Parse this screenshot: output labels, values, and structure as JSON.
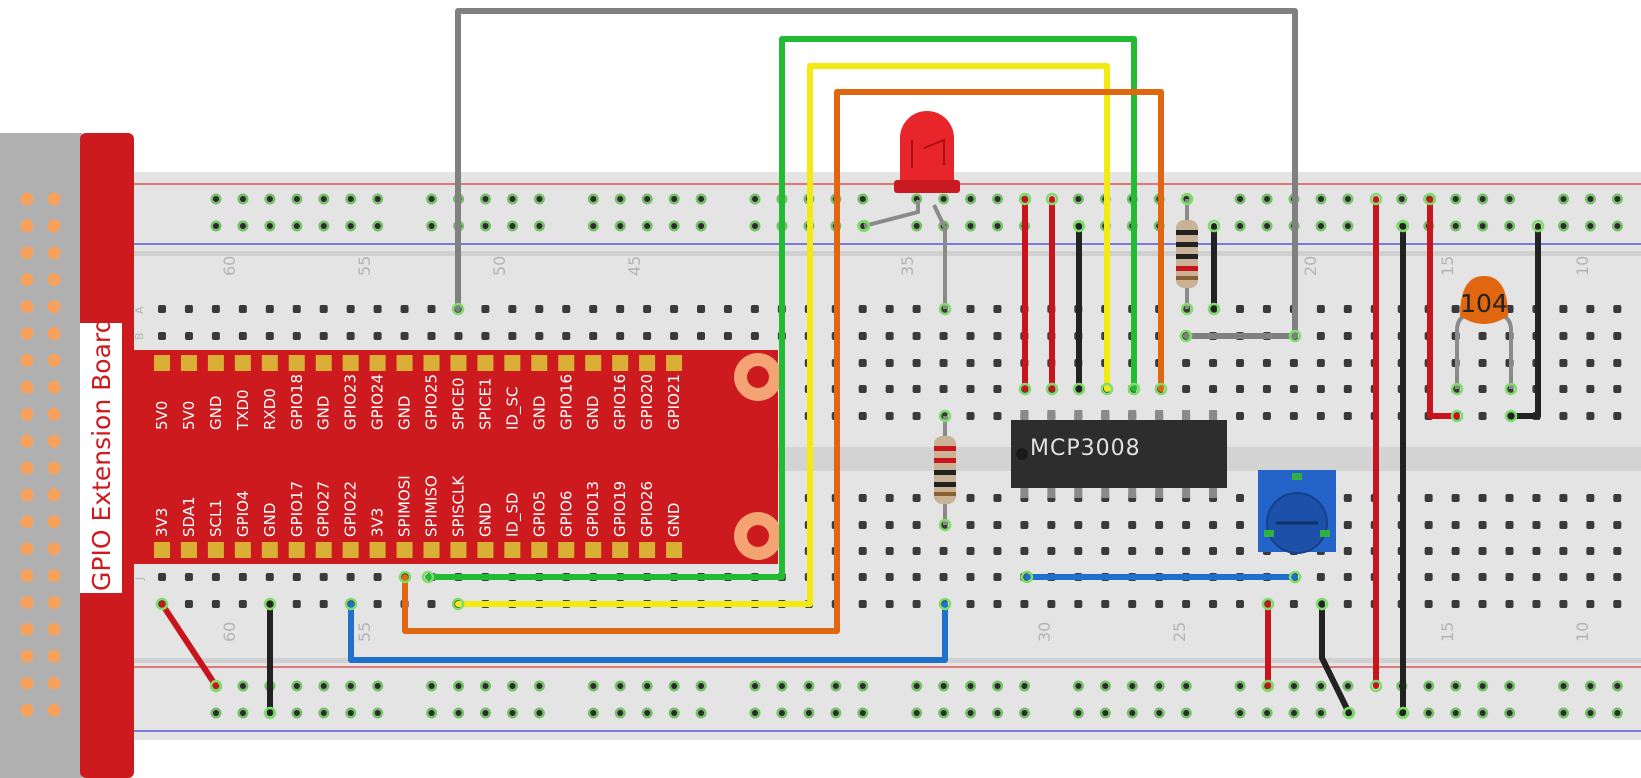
{
  "board": {
    "title": "GPIO Extension Board",
    "top_pins": [
      "5V0",
      "5V0",
      "GND",
      "TXD0",
      "RXD0",
      "GPIO18",
      "GND",
      "GPIO23",
      "GPIO24",
      "GND",
      "GPIO25",
      "SPICE0",
      "SPICE1",
      "ID_SC",
      "GND",
      "GPIO16",
      "GND",
      "GPIO16",
      "GPIO20",
      "GPIO21"
    ],
    "bottom_pins": [
      "3V3",
      "SDA1",
      "SCL1",
      "GPIO4",
      "GND",
      "GPIO17",
      "GPIO27",
      "GPIO22",
      "3V3",
      "SPIMOSI",
      "SPIMISO",
      "SPISCLK",
      "GND",
      "ID_SD",
      "GPIO5",
      "GPIO6",
      "GPIO13",
      "GPIO19",
      "GPIO26",
      "GND"
    ]
  },
  "breadboard": {
    "top_numbers": [
      "60",
      "55",
      "50",
      "45",
      "35",
      "20",
      "15",
      "10"
    ],
    "bottom_numbers": [
      "60",
      "55",
      "30",
      "25",
      "15",
      "10"
    ],
    "row_letters": [
      "A",
      "B"
    ],
    "bottom_letter": "J"
  },
  "components": {
    "adc_chip": "MCP3008",
    "capacitor": "104",
    "led_color": "red",
    "potentiometer_color": "blue"
  },
  "colors": {
    "board_red": "#cc1a1f",
    "wire_red": "#c8141c",
    "wire_black": "#222222",
    "wire_gray": "#808080",
    "wire_green": "#22bb33",
    "wire_yellow": "#f2ea10",
    "wire_orange": "#e0660f",
    "wire_blue": "#1f6fcc",
    "chip": "#2d2d2d",
    "breadboard": "#e4e4e4"
  }
}
